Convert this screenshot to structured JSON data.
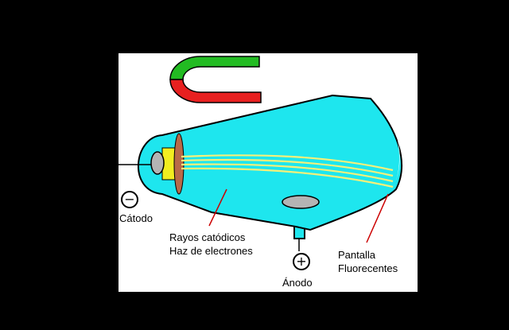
{
  "labels": {
    "cathode": "Cátodo",
    "rays_line1": "Rayos catódicos",
    "rays_line2": "Haz de electrones",
    "screen_line1": "Pantalla",
    "screen_line2": "Fluorecentes",
    "anode": "Ánodo"
  },
  "signs": {
    "minus": "−",
    "plus": "+"
  },
  "colors": {
    "background": "#000000",
    "panel": "#ffffff",
    "tube": "#1ee6ee",
    "magnet_north": "#22bb22",
    "magnet_south": "#e82020",
    "beam": "#f5f07a",
    "cathode_ring": "#b86a48",
    "cathode_core": "#f2ee20",
    "electrode": "#b4b4b4"
  }
}
